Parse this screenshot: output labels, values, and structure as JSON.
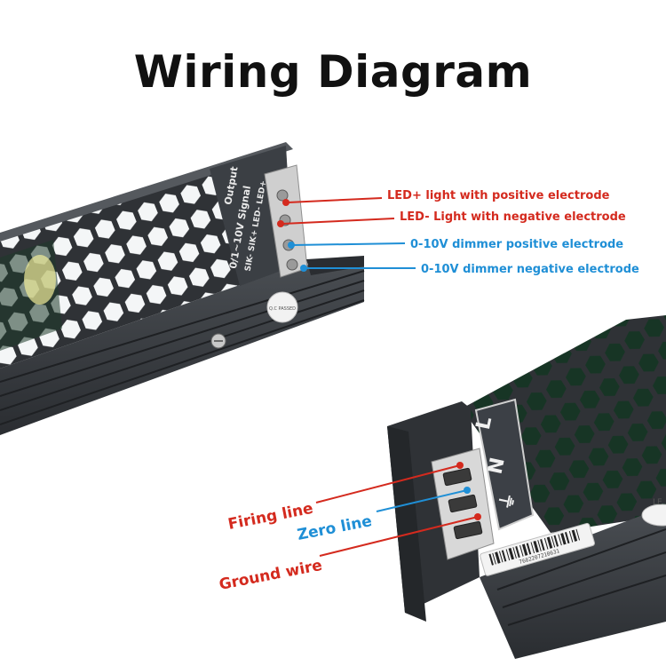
{
  "title": "Wiring Diagram",
  "colors": {
    "red": "#d42a1e",
    "blue": "#1f8fd6",
    "case": "#3b3f44",
    "caseDark": "#26292d"
  },
  "top_unit": {
    "terminal_labels": [
      "LED+ light with positive electrode",
      "LED- Light with negative electrode",
      "0-10V dimmer positive electrode",
      "0-10V dimmer negative electrode"
    ],
    "silk": {
      "output": "Output",
      "signal": "0/1~10V Signal",
      "pins": "SIK- SIK+ LED- LED+"
    },
    "qc_sticker": "Q.C PASSED"
  },
  "bottom_unit": {
    "terminal_labels": [
      "Firing line",
      "Zero line",
      "Ground wire"
    ],
    "silk": {
      "l": "L",
      "n": "N",
      "ground": "⏚"
    },
    "barcode_number": "7682207210631"
  }
}
